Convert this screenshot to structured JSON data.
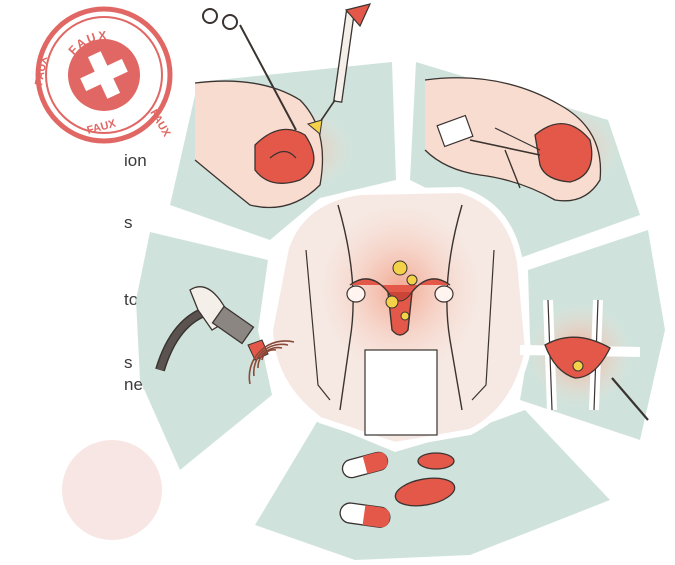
{
  "stamp": {
    "word": "FAUX"
  },
  "side_labels": [
    "ion",
    "s",
    "tomie",
    "s",
    "nes"
  ],
  "colors": {
    "segment": "#cfe3dc",
    "segment_edge": "#b9d4cc",
    "skin": "#f9dcd0",
    "organ": "#e4584a",
    "stamp": "#de5b56",
    "yellow": "#f3d24a",
    "ink": "#3a3330",
    "pink_circle": "#f7e6e3"
  },
  "illustrations": [
    "laparoscopy",
    "hysteroscopy",
    "uterus-center",
    "laparotomy",
    "ultrasound-probe",
    "pills"
  ]
}
